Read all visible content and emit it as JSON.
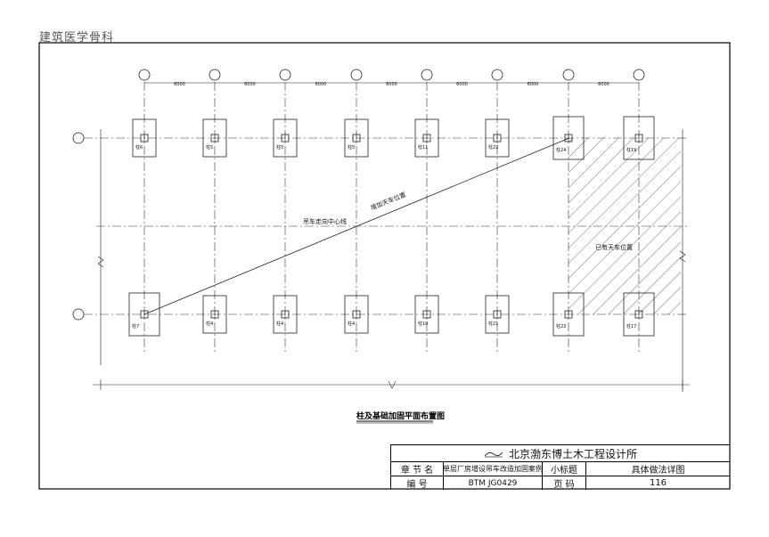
{
  "header": {
    "source": "建筑医学骨科"
  },
  "drawing": {
    "spacing_labels": [
      "6000",
      "6000",
      "6000",
      "6000",
      "6000",
      "6000",
      "6000"
    ],
    "top_columns": [
      "柱6",
      "柱5",
      "柱5",
      "柱5",
      "柱11",
      "柱22",
      "柱24",
      "柱19"
    ],
    "bottom_columns": [
      "柱7",
      "柱4",
      "柱4",
      "柱4",
      "柱10",
      "柱21",
      "柱23",
      "柱17"
    ],
    "crane_center_label": "吊车走向中心线",
    "new_crane_label": "增加天车位置",
    "existing_crane_label": "已有天车位置",
    "title": "柱及基础加固平面布置图"
  },
  "titleblock": {
    "company": "北京渤东博土木工程设计所",
    "row1": {
      "k1": "章 节 名",
      "v1": "单层厂房增设吊车改造加固案例",
      "k2": "小标题",
      "v2": "具体做法详图"
    },
    "row2": {
      "k1": "编    号",
      "v1": "BTM JG0429",
      "k2": "页    码",
      "v2": "116"
    }
  }
}
